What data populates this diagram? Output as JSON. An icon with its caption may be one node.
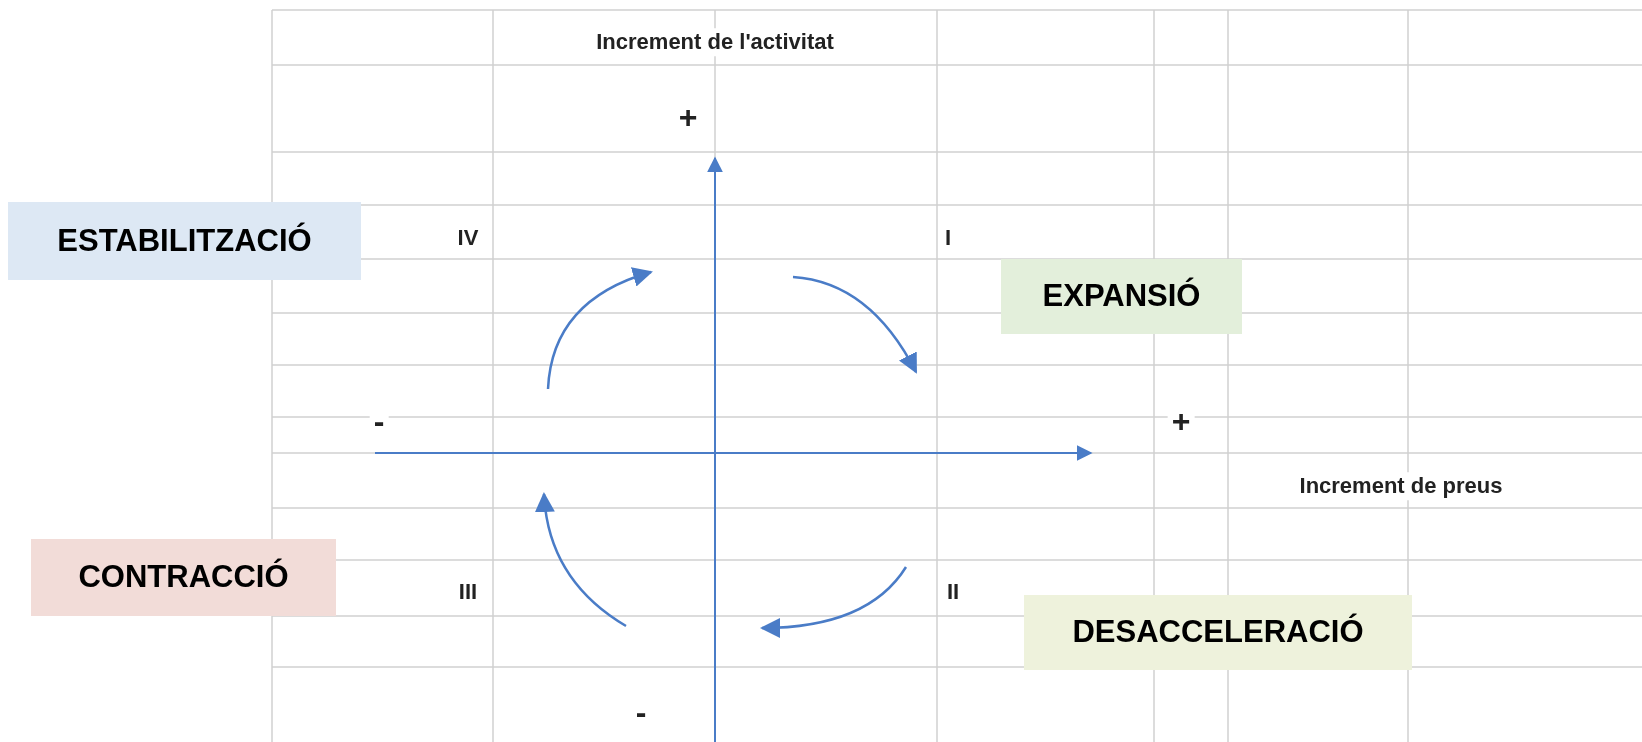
{
  "diagram": {
    "nodes": [
      {
        "text": [
          "ESTABILITZACIÓ"
        ]
      },
      {
        "text": [
          "EXPANSIÓ"
        ]
      },
      {
        "text": [
          "CONTRACCIÓ"
        ]
      },
      {
        "text": [
          "DESACCELERACIÓ"
        ]
      }
    ],
    "labels": [
      "Increment de l'activitat",
      "+",
      "IV",
      "I",
      "-",
      "+",
      "Increment de preus",
      "III",
      "II",
      "-"
    ]
  }
}
